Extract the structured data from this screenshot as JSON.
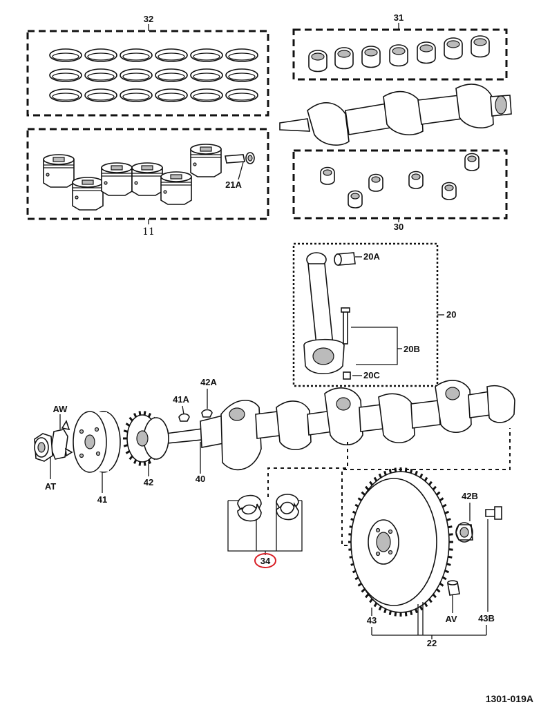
{
  "callouts": {
    "c32": "32",
    "c31": "31",
    "c11": "11",
    "c21a": "21A",
    "c30": "30",
    "c20": "20",
    "c20a": "20A",
    "c20b": "20B",
    "c20c": "20C",
    "c41a": "41A",
    "c42a": "42A",
    "caw": "AW",
    "cat": "AT",
    "c41": "41",
    "c42": "42",
    "c40": "40",
    "c34": "34",
    "c42b": "42B",
    "c43": "43",
    "cav": "AV",
    "c43b": "43B",
    "c22": "22"
  },
  "highlight_color": "#d81f26",
  "footer": {
    "code": "1301-019A"
  }
}
